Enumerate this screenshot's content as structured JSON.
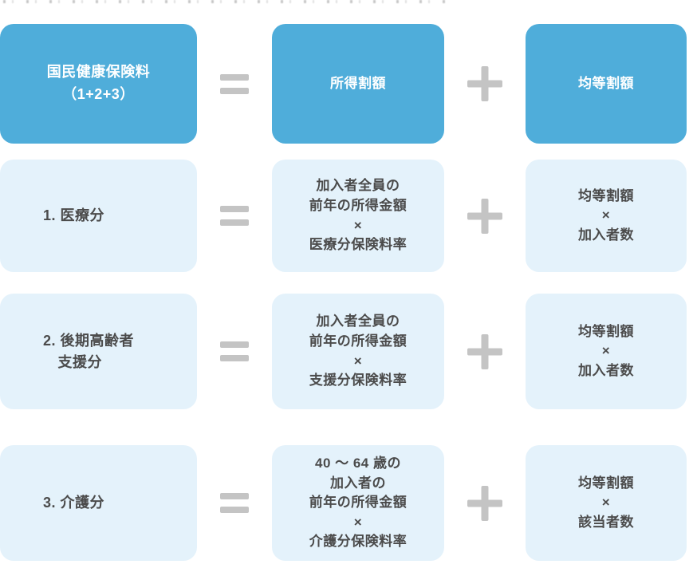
{
  "colors": {
    "primary_blue": "#4fadda",
    "light_blue": "#e4f2fb",
    "operator_gray": "#c4c4c4",
    "text_dark": "#4b4b4b",
    "text_white": "#ffffff"
  },
  "operators": {
    "equals": "=",
    "plus": "+"
  },
  "diagram": {
    "rows": [
      {
        "style": "solid",
        "left": {
          "lines": [
            "国民健康保険料",
            "（1+2+3）"
          ]
        },
        "middle": {
          "lines": [
            "所得割額"
          ]
        },
        "right": {
          "lines": [
            "均等割額"
          ]
        }
      },
      {
        "style": "tint",
        "left": {
          "lines": [
            "1. 医療分"
          ]
        },
        "middle": {
          "lines": [
            "加入者全員の",
            "前年の所得金額",
            "×",
            "医療分保険料率"
          ]
        },
        "right": {
          "lines": [
            "均等割額",
            "×",
            "加入者数"
          ]
        }
      },
      {
        "style": "tint",
        "left": {
          "lines": [
            "2. 後期高齢者",
            "　支援分"
          ]
        },
        "middle": {
          "lines": [
            "加入者全員の",
            "前年の所得金額",
            "×",
            "支援分保険料率"
          ]
        },
        "right": {
          "lines": [
            "均等割額",
            "×",
            "加入者数"
          ]
        }
      },
      {
        "style": "tint",
        "left": {
          "lines": [
            "3. 介護分"
          ]
        },
        "middle": {
          "lines": [
            "40 ～ 64 歳の",
            "加入者の",
            "前年の所得金額",
            "×",
            "介護分保険料率"
          ]
        },
        "right": {
          "lines": [
            "均等割額",
            "×",
            "該当者数"
          ]
        }
      }
    ]
  }
}
